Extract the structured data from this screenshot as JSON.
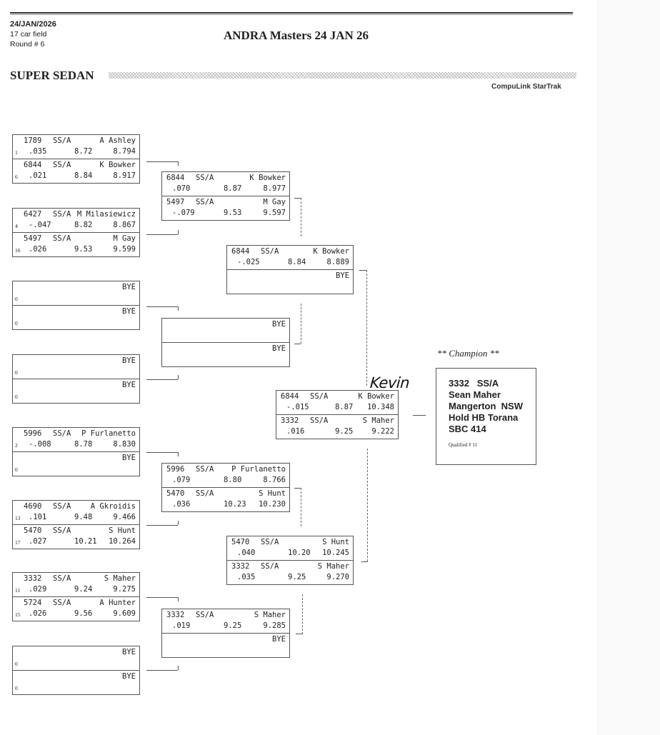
{
  "header": {
    "date": "24/JAN/2026",
    "field": "17 car field",
    "round": "Round # 6",
    "event_title": "ANDRA Masters 24 JAN 26",
    "class_title": "SUPER SEDAN",
    "software": "CompuLink StarTrak"
  },
  "bracket": {
    "round1": [
      {
        "lanes": [
          {
            "car": "1789",
            "cls": "SS/A",
            "name": "A Ashley",
            "seed": "1",
            "rt": ".035",
            "et": "8.72",
            "elapsed": "8.794"
          },
          {
            "car": "6844",
            "cls": "SS/A",
            "name": "K Bowker",
            "seed": "6",
            "rt": ".021",
            "et": "8.84",
            "elapsed": "8.917"
          }
        ]
      },
      {
        "lanes": [
          {
            "car": "6427",
            "cls": "SS/A",
            "name": "M Milasiewicz",
            "seed": "4",
            "rt": "-.047",
            "et": "8.82",
            "elapsed": "8.867"
          },
          {
            "car": "5497",
            "cls": "SS/A",
            "name": "M Gay",
            "seed": "16",
            "rt": ".026",
            "et": "9.53",
            "elapsed": "9.599"
          }
        ]
      },
      {
        "lanes": [
          {
            "car": "",
            "cls": "",
            "name": "BYE",
            "seed": "0",
            "rt": "",
            "et": "",
            "elapsed": ""
          },
          {
            "car": "",
            "cls": "",
            "name": "BYE",
            "seed": "0",
            "rt": "",
            "et": "",
            "elapsed": ""
          }
        ]
      },
      {
        "lanes": [
          {
            "car": "",
            "cls": "",
            "name": "BYE",
            "seed": "0",
            "rt": "",
            "et": "",
            "elapsed": ""
          },
          {
            "car": "",
            "cls": "",
            "name": "BYE",
            "seed": "0",
            "rt": "",
            "et": "",
            "elapsed": ""
          }
        ]
      },
      {
        "lanes": [
          {
            "car": "5996",
            "cls": "SS/A",
            "name": "P Furlanetto",
            "seed": "2",
            "rt": "-.008",
            "et": "8.78",
            "elapsed": "8.830"
          },
          {
            "car": "",
            "cls": "",
            "name": "BYE",
            "seed": "0",
            "rt": "",
            "et": "",
            "elapsed": ""
          }
        ]
      },
      {
        "lanes": [
          {
            "car": "4690",
            "cls": "SS/A",
            "name": "A Gkroidis",
            "seed": "13",
            "rt": ".101",
            "et": "9.48",
            "elapsed": "9.466"
          },
          {
            "car": "5470",
            "cls": "SS/A",
            "name": "S Hunt",
            "seed": "17",
            "rt": ".027",
            "et": "10.21",
            "elapsed": "10.264"
          }
        ]
      },
      {
        "lanes": [
          {
            "car": "3332",
            "cls": "SS/A",
            "name": "S Maher",
            "seed": "11",
            "rt": ".029",
            "et": "9.24",
            "elapsed": "9.275"
          },
          {
            "car": "5724",
            "cls": "SS/A",
            "name": "A Hunter",
            "seed": "15",
            "rt": ".026",
            "et": "9.56",
            "elapsed": "9.609"
          }
        ]
      },
      {
        "lanes": [
          {
            "car": "",
            "cls": "",
            "name": "BYE",
            "seed": "0",
            "rt": "",
            "et": "",
            "elapsed": ""
          },
          {
            "car": "",
            "cls": "",
            "name": "BYE",
            "seed": "0",
            "rt": "",
            "et": "",
            "elapsed": ""
          }
        ]
      }
    ],
    "round2": [
      {
        "lanes": [
          {
            "car": "6844",
            "cls": "SS/A",
            "name": "K Bowker",
            "rt": ".070",
            "et": "8.87",
            "elapsed": "8.977"
          },
          {
            "car": "5497",
            "cls": "SS/A",
            "name": "M Gay",
            "rt": "-.079",
            "et": "9.53",
            "elapsed": "9.597"
          }
        ]
      },
      {
        "lanes": [
          {
            "car": "",
            "cls": "",
            "name": "BYE",
            "rt": "",
            "et": "",
            "elapsed": ""
          },
          {
            "car": "",
            "cls": "",
            "name": "BYE",
            "rt": "",
            "et": "",
            "elapsed": ""
          }
        ]
      },
      {
        "lanes": [
          {
            "car": "5996",
            "cls": "SS/A",
            "name": "P Furlanetto",
            "rt": ".079",
            "et": "8.80",
            "elapsed": "8.766"
          },
          {
            "car": "5470",
            "cls": "SS/A",
            "name": "S Hunt",
            "rt": ".036",
            "et": "10.23",
            "elapsed": "10.230"
          }
        ]
      },
      {
        "lanes": [
          {
            "car": "3332",
            "cls": "SS/A",
            "name": "S Maher",
            "rt": ".019",
            "et": "9.25",
            "elapsed": "9.285"
          },
          {
            "car": "",
            "cls": "",
            "name": "BYE",
            "rt": "",
            "et": "",
            "elapsed": ""
          }
        ]
      }
    ],
    "round3": [
      {
        "lanes": [
          {
            "car": "6844",
            "cls": "SS/A",
            "name": "K Bowker",
            "rt": "-.025",
            "et": "8.84",
            "elapsed": "8.889"
          },
          {
            "car": "",
            "cls": "",
            "name": "BYE",
            "rt": "",
            "et": "",
            "elapsed": ""
          }
        ]
      },
      {
        "lanes": [
          {
            "car": "5470",
            "cls": "SS/A",
            "name": "S Hunt",
            "rt": ".040",
            "et": "10.20",
            "elapsed": "10.245"
          },
          {
            "car": "3332",
            "cls": "SS/A",
            "name": "S Maher",
            "rt": ".035",
            "et": "9.25",
            "elapsed": "9.270"
          }
        ]
      }
    ],
    "final": {
      "lanes": [
        {
          "car": "6844",
          "cls": "SS/A",
          "name": "K Bowker",
          "rt": "-.015",
          "et": "8.87",
          "elapsed": "10.348"
        },
        {
          "car": "3332",
          "cls": "SS/A",
          "name": "S Maher",
          "rt": ".016",
          "et": "9.25",
          "elapsed": "9.222"
        }
      ]
    },
    "handwritten_note": "Kevin"
  },
  "champion": {
    "label": "** Champion **",
    "car_class": "3332   SS/A",
    "driver": "Sean Maher",
    "location": "Mangerton  NSW",
    "car": "Hold HB Torana",
    "engine": "SBC 414",
    "qualified": "Qualified # 11"
  }
}
